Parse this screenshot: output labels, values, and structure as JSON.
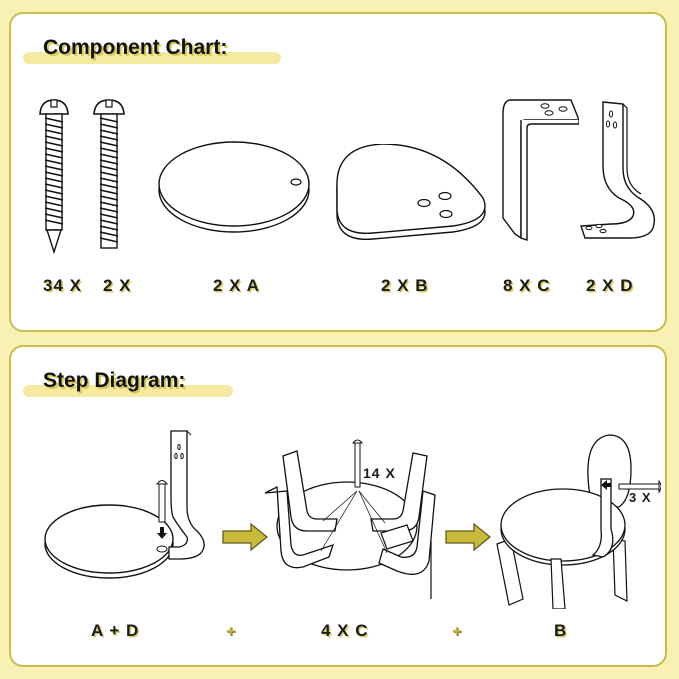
{
  "component_chart": {
    "title": "Component Chart:",
    "items": [
      {
        "id": "long-screw",
        "label": "34 X",
        "icon": "wood-screw-icon"
      },
      {
        "id": "short-screw",
        "label": "2 X",
        "icon": "machine-screw-icon"
      },
      {
        "id": "A",
        "label": "2 X A",
        "icon": "round-seat-icon"
      },
      {
        "id": "B",
        "label": "2 X B",
        "icon": "backrest-board-icon"
      },
      {
        "id": "C",
        "label": "8 X C",
        "icon": "l-bracket-leg-icon"
      },
      {
        "id": "D",
        "label": "2 X D",
        "icon": "curved-back-support-icon"
      }
    ]
  },
  "step_diagram": {
    "title": "Step Diagram:",
    "steps": [
      {
        "label": "A + D",
        "annotation": ""
      },
      {
        "label": "4 X C",
        "annotation": "14 X"
      },
      {
        "label": "B",
        "annotation": "3 X"
      }
    ],
    "separators": [
      "+",
      "+"
    ]
  },
  "colors": {
    "background": "#f9f1b4",
    "border": "#c9bc4e",
    "accent": "#d8c95a",
    "arrow": "#c9bb3a"
  }
}
